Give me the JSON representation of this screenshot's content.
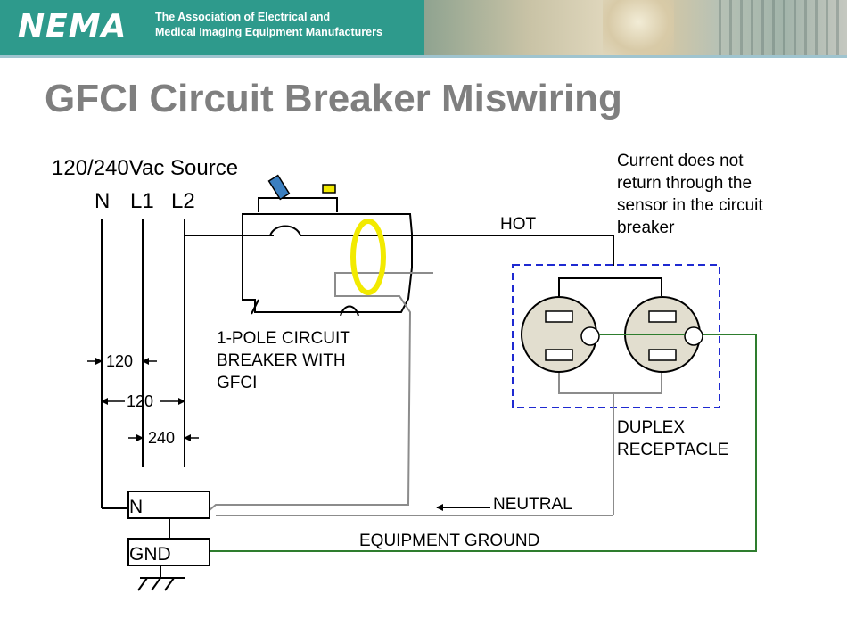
{
  "header": {
    "logo_text": "NEMA",
    "tagline_line1": "The Association of Electrical and",
    "tagline_line2": "Medical Imaging Equipment Manufacturers"
  },
  "slide": {
    "title": "GFCI Circuit Breaker Miswiring"
  },
  "diagram": {
    "source_label": "120/240Vac Source",
    "terminal_n": "N",
    "terminal_l1": "L1",
    "terminal_l2": "L2",
    "hot_label": "HOT",
    "note_line1": "Current does not",
    "note_line2": "return through the",
    "note_line3": "sensor in the circuit",
    "note_line4": "breaker",
    "breaker_line1": "1-POLE CIRCUIT",
    "breaker_line2": "BREAKER WITH",
    "breaker_line3": "GFCI",
    "voltage_n_l1": "120",
    "voltage_n_l2": "120",
    "voltage_l1_l2": "240",
    "receptacle_line1": "DUPLEX",
    "receptacle_line2": "RECEPTACLE",
    "neutral_label": "NEUTRAL",
    "ground_label": "EQUIPMENT GROUND",
    "neutral_bar_label": "N",
    "ground_bar_label": "GND",
    "colors": {
      "header": "#2e9a8c",
      "title": "#7f7f7f",
      "wire": "#000000",
      "neutral_wire": "#8c8c8c",
      "ground_wire": "#2e7d2e",
      "sensor": "#f2ea00",
      "receptacle_box": "#1f2ad1",
      "outlet_face": "#e2decf",
      "breaker_handle": "#3b7fc0",
      "breaker_indicator": "#f2ea00"
    }
  }
}
